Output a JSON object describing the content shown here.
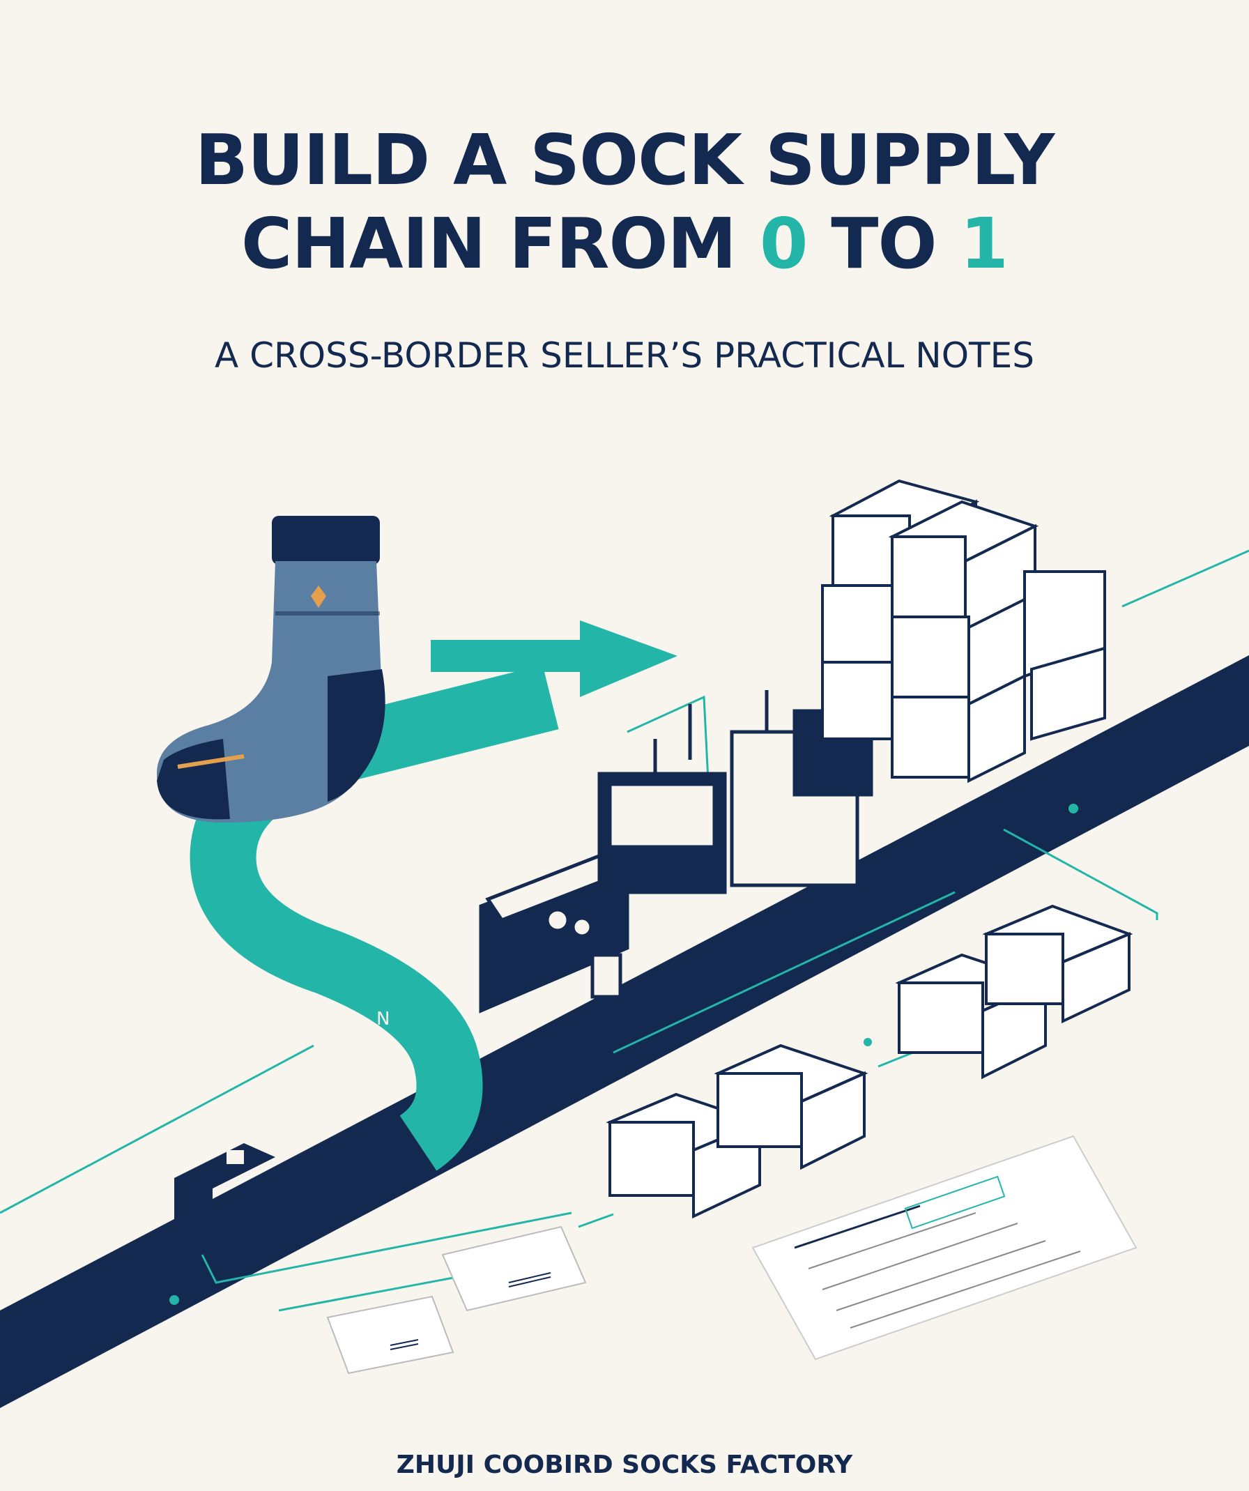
{
  "header": {
    "title_line1": "BUILD A SOCK SUPPLY",
    "title_line2_start": "CHAIN FROM ",
    "title_line2_accent_a": "0",
    "title_line2_mid": " TO ",
    "title_line2_accent_b": "1",
    "subtitle": "A CROSS-BORDER SELLER’S PRACTICAL NOTES"
  },
  "footer": {
    "brand": "ZHUJI COOBIRD SOCKS FACTORY"
  },
  "colors": {
    "background": "#f8f5ee",
    "navy": "#13294f",
    "teal": "#23b5a8",
    "sock_blue": "#5a7fa3"
  },
  "icons": {
    "sock": "sock-illustration",
    "arrow": "arrow-right-icon",
    "machine": "knitting-machine-illustration",
    "boxes": "cardboard-box-stack",
    "labels": "shipping-label",
    "document": "order-document"
  }
}
